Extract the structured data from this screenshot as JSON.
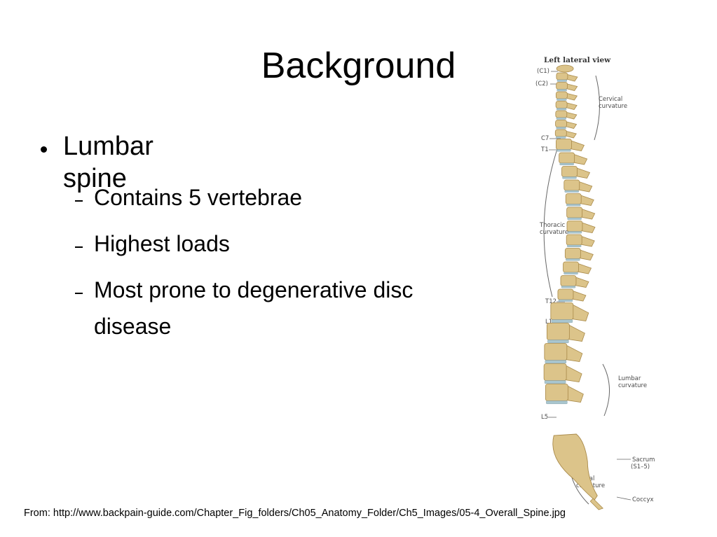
{
  "slide": {
    "title": "Background",
    "bullet": "Lumbar spine",
    "subbullets": [
      "Contains 5 vertebrae",
      "Highest loads",
      "Most prone to degenerative disc disease"
    ],
    "footer": "From: http://www.backpain-guide.com/Chapter_Fig_folders/Ch05_Anatomy_Folder/Ch5_Images/05-4_Overall_Spine.jpg"
  },
  "figure": {
    "heading": "Left lateral view",
    "vertebra_labels": [
      "(C1)",
      "(C2)",
      "C7",
      "T1",
      "T12",
      "L1",
      "L5"
    ],
    "region_labels": {
      "cervical": [
        "Cervical",
        "curvature"
      ],
      "thoracic": [
        "Thoracic",
        "curvature"
      ],
      "lumbar": [
        "Lumbar",
        "curvature"
      ],
      "sacral": [
        "Sacral",
        "curvature"
      ]
    },
    "sacrum_label": [
      "Sacrum",
      "(S1–5)"
    ],
    "coccyx_label": "Coccyx",
    "colors": {
      "bone": "#dcc48a",
      "bone_shadow": "#a98a4a",
      "disc": "#a9c6cf",
      "text": "#4a4a4a"
    }
  }
}
